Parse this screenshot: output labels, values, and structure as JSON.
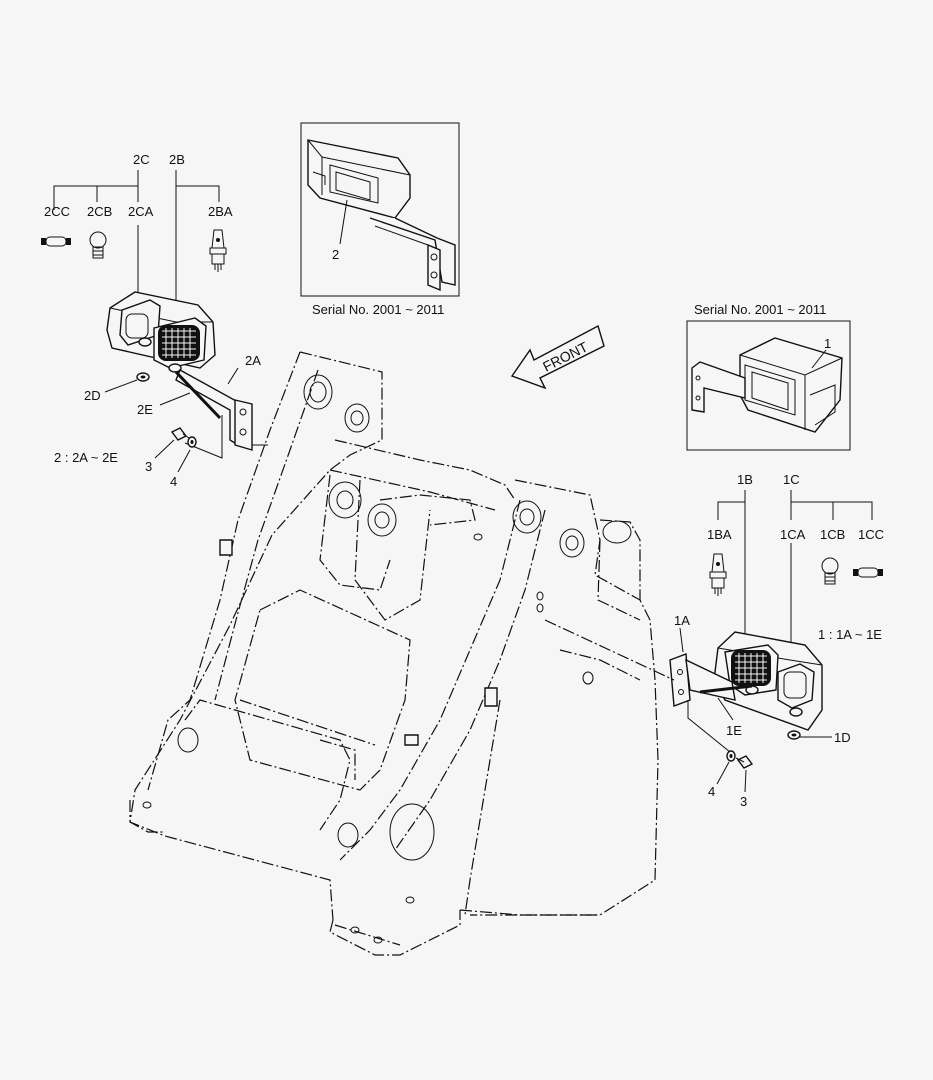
{
  "inset_left": {
    "serial": "Serial No. 2001 ~ 2011",
    "part": "2"
  },
  "inset_right": {
    "serial": "Serial No. 2001 ~ 2011",
    "part": "1"
  },
  "front_label": "FRONT",
  "left_lamp": {
    "group_c": "2C",
    "group_b": "2B",
    "cc": "2CC",
    "cb": "2CB",
    "ca": "2CA",
    "ba": "2BA",
    "bracket": "2A",
    "wire": "2E",
    "nut": "2D",
    "bolt": "3",
    "washer": "4",
    "range_note": "2 : 2A ~ 2E"
  },
  "right_lamp": {
    "group_b": "1B",
    "group_c": "1C",
    "ba": "1BA",
    "ca": "1CA",
    "cb": "1CB",
    "cc": "1CC",
    "bracket": "1A",
    "wire": "1E",
    "nut": "1D",
    "washer": "4",
    "bolt": "3",
    "range_note": "1 : 1A ~ 1E"
  }
}
